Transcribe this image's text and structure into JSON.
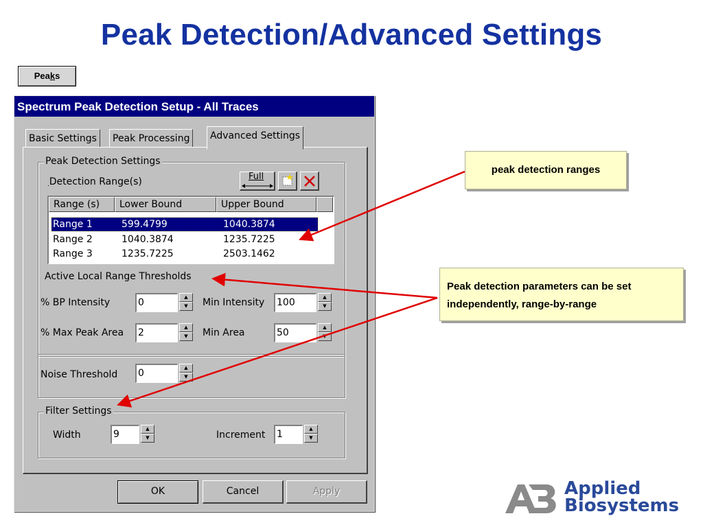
{
  "slide": {
    "title": "Peak Detection/Advanced Settings"
  },
  "peaks_button": {
    "label_pre": "Pea",
    "label_u": "k",
    "label_post": "s"
  },
  "dialog": {
    "title": "Spectrum Peak Detection Setup - All Traces",
    "tabs": [
      "Basic Settings",
      "Peak Processing",
      "Advanced Settings"
    ],
    "active_tab": "Advanced Settings",
    "peak_detection_group": {
      "legend": "Peak Detection Settings",
      "ranges_label": "Detection Range(s)",
      "full_button": "Full",
      "columns": [
        "Range (s)",
        "Lower Bound",
        "Upper Bound"
      ],
      "rows": [
        {
          "range": "Range 1",
          "lower": "599.4799",
          "upper": "1040.3874",
          "selected": true
        },
        {
          "range": "Range 2",
          "lower": "1040.3874",
          "upper": "1235.7225",
          "selected": false
        },
        {
          "range": "Range 3",
          "lower": "1235.7225",
          "upper": "2503.1462",
          "selected": false
        }
      ]
    },
    "thresholds_group": {
      "legend": "Active Local Range Thresholds",
      "bp_intensity_label": "% BP Intensity",
      "bp_intensity_value": "0",
      "max_peak_area_label": "% Max Peak Area",
      "max_peak_area_value": "2",
      "min_intensity_label": "Min Intensity",
      "min_intensity_value": "100",
      "min_area_label": "Min Area",
      "min_area_value": "50"
    },
    "noise": {
      "label": "Noise Threshold",
      "value": "0"
    },
    "filter_group": {
      "legend": "Filter Settings",
      "width_label": "Width",
      "width_value": "9",
      "increment_label": "Increment",
      "increment_value": "1"
    },
    "buttons": {
      "ok": "OK",
      "cancel": "Cancel",
      "apply": "Apply"
    }
  },
  "callouts": {
    "ranges": "peak detection ranges",
    "parameters": "Peak detection parameters can be set independently, range-by-range"
  },
  "logo": {
    "line1": "Applied",
    "line2": "Biosystems"
  },
  "colors": {
    "title": "#1432a0",
    "arrow": "#e00000",
    "callout_bg": "#ffffcc",
    "titlebar": "#000080"
  }
}
